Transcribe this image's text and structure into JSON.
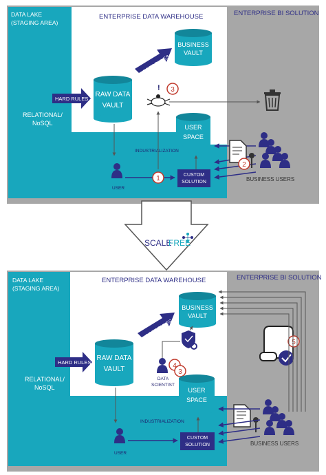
{
  "top": {
    "solution_label": "ENTERPRISE BI SOLUTION",
    "edw_label": "ENTERPRISE DATA WAREHOUSE",
    "lake_line1": "DATA LAKE",
    "lake_line2": "(STAGING AREA)",
    "relational_line1": "RELATIONAL/",
    "relational_line2": "NoSQL",
    "hard_rules": "HARD RULES",
    "soft_rules": "SOFT RULES",
    "raw_vault_line1": "RAW DATA",
    "raw_vault_line2": "VAULT",
    "biz_vault_line1": "BUSINESS",
    "biz_vault_line2": "VAULT",
    "user_space_line1": "USER",
    "user_space_line2": "SPACE",
    "industrialization": "INDUSTRIALIZATION",
    "custom_line1": "CUSTOM",
    "custom_line2": "SOLUTION",
    "user_label": "USER",
    "business_users": "BUSINESS USERS",
    "badge_1": "1",
    "badge_2": "2",
    "badge_3": "3",
    "badge_3_mark": "!"
  },
  "transition": {
    "brand_part1": "SCALE",
    "brand_part2": "FREE"
  },
  "bottom": {
    "solution_label": "ENTERPRISE BI SOLUTION",
    "edw_label": "ENTERPRISE DATA WAREHOUSE",
    "lake_line1": "DATA LAKE",
    "lake_line2": "(STAGING AREA)",
    "relational_line1": "RELATIONAL/",
    "relational_line2": "NoSQL",
    "hard_rules": "HARD RULES",
    "soft_rules": "SOFT RULES",
    "raw_vault_line1": "RAW DATA",
    "raw_vault_line2": "VAULT",
    "biz_vault_line1": "BUSINESS",
    "biz_vault_line2": "VAULT",
    "user_space_line1": "USER",
    "user_space_line2": "SPACE",
    "industrialization": "INDUSTRIALIZATION",
    "custom_line1": "CUSTOM",
    "custom_line2": "SOLUTION",
    "user_label": "USER",
    "scientist_line1": "DATA",
    "scientist_line2": "SCIENTIST",
    "business_users": "BUSINESS USERS",
    "badge_3": "3",
    "badge_4": "4",
    "badge_5": "5"
  },
  "colors": {
    "teal": "#18a7bd",
    "panel_grey": "#a7a7a7",
    "navy": "#2e2e86",
    "accent_red": "#c0392b"
  },
  "icons": [
    "trash-icon",
    "bug-icon",
    "document-key-icon",
    "shield-gear-icon",
    "certificate-icon",
    "user-icon"
  ]
}
